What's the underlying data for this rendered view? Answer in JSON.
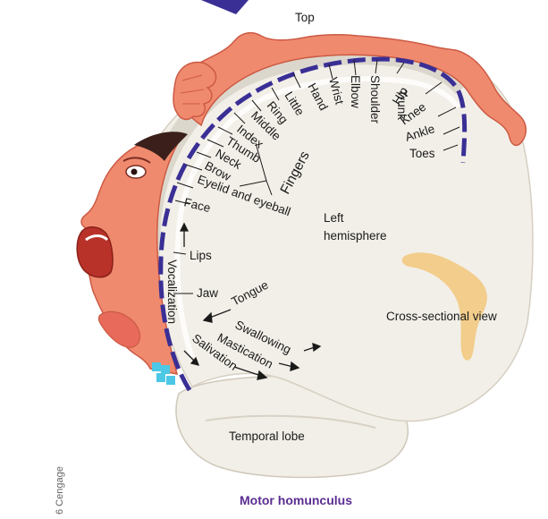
{
  "top_label": "Top",
  "fingers_label": "Fingers",
  "left_hemisphere": [
    "Left",
    "hemisphere"
  ],
  "cross_section_label": "Cross-sectional view",
  "temporal_lobe_label": "Temporal lobe",
  "caption": "Motor homunculus",
  "credit": "6 Cengage",
  "colors": {
    "accent_band": "#3a2f95",
    "caption": "#5a2d91",
    "skin": "#f08a6e",
    "skin_dark": "#cc5a44",
    "brain": "#f2efe8",
    "brain_shadow": "#d8d2c6",
    "cyan": "#4cc7e6",
    "tan": "#f2c77a"
  },
  "radial_labels": [
    {
      "key": "toes",
      "text": "Toes"
    },
    {
      "key": "ankle",
      "text": "Ankle"
    },
    {
      "key": "knee",
      "text": "Knee"
    },
    {
      "key": "hip",
      "text": "Hip"
    },
    {
      "key": "trunk",
      "text": "Trunk"
    },
    {
      "key": "shoulder",
      "text": "Shoulder"
    },
    {
      "key": "elbow",
      "text": "Elbow"
    },
    {
      "key": "wrist",
      "text": "Wrist"
    },
    {
      "key": "hand",
      "text": "Hand"
    },
    {
      "key": "little",
      "text": "Little"
    },
    {
      "key": "ring",
      "text": "Ring"
    },
    {
      "key": "middle",
      "text": "Middle"
    },
    {
      "key": "index",
      "text": "Index"
    },
    {
      "key": "thumb",
      "text": "Thumb"
    },
    {
      "key": "neck",
      "text": "Neck"
    },
    {
      "key": "brow",
      "text": "Brow"
    },
    {
      "key": "eyelid",
      "text": "Eyelid and eyeball"
    },
    {
      "key": "face",
      "text": "Face"
    },
    {
      "key": "lips",
      "text": "Lips"
    },
    {
      "key": "jaw",
      "text": "Jaw"
    },
    {
      "key": "tongue",
      "text": "Tongue"
    },
    {
      "key": "swallowing",
      "text": "Swallowing"
    },
    {
      "key": "mastication",
      "text": "Mastication"
    },
    {
      "key": "salivation",
      "text": "Salivation"
    },
    {
      "key": "vocalization",
      "text": "Vocalization"
    }
  ]
}
